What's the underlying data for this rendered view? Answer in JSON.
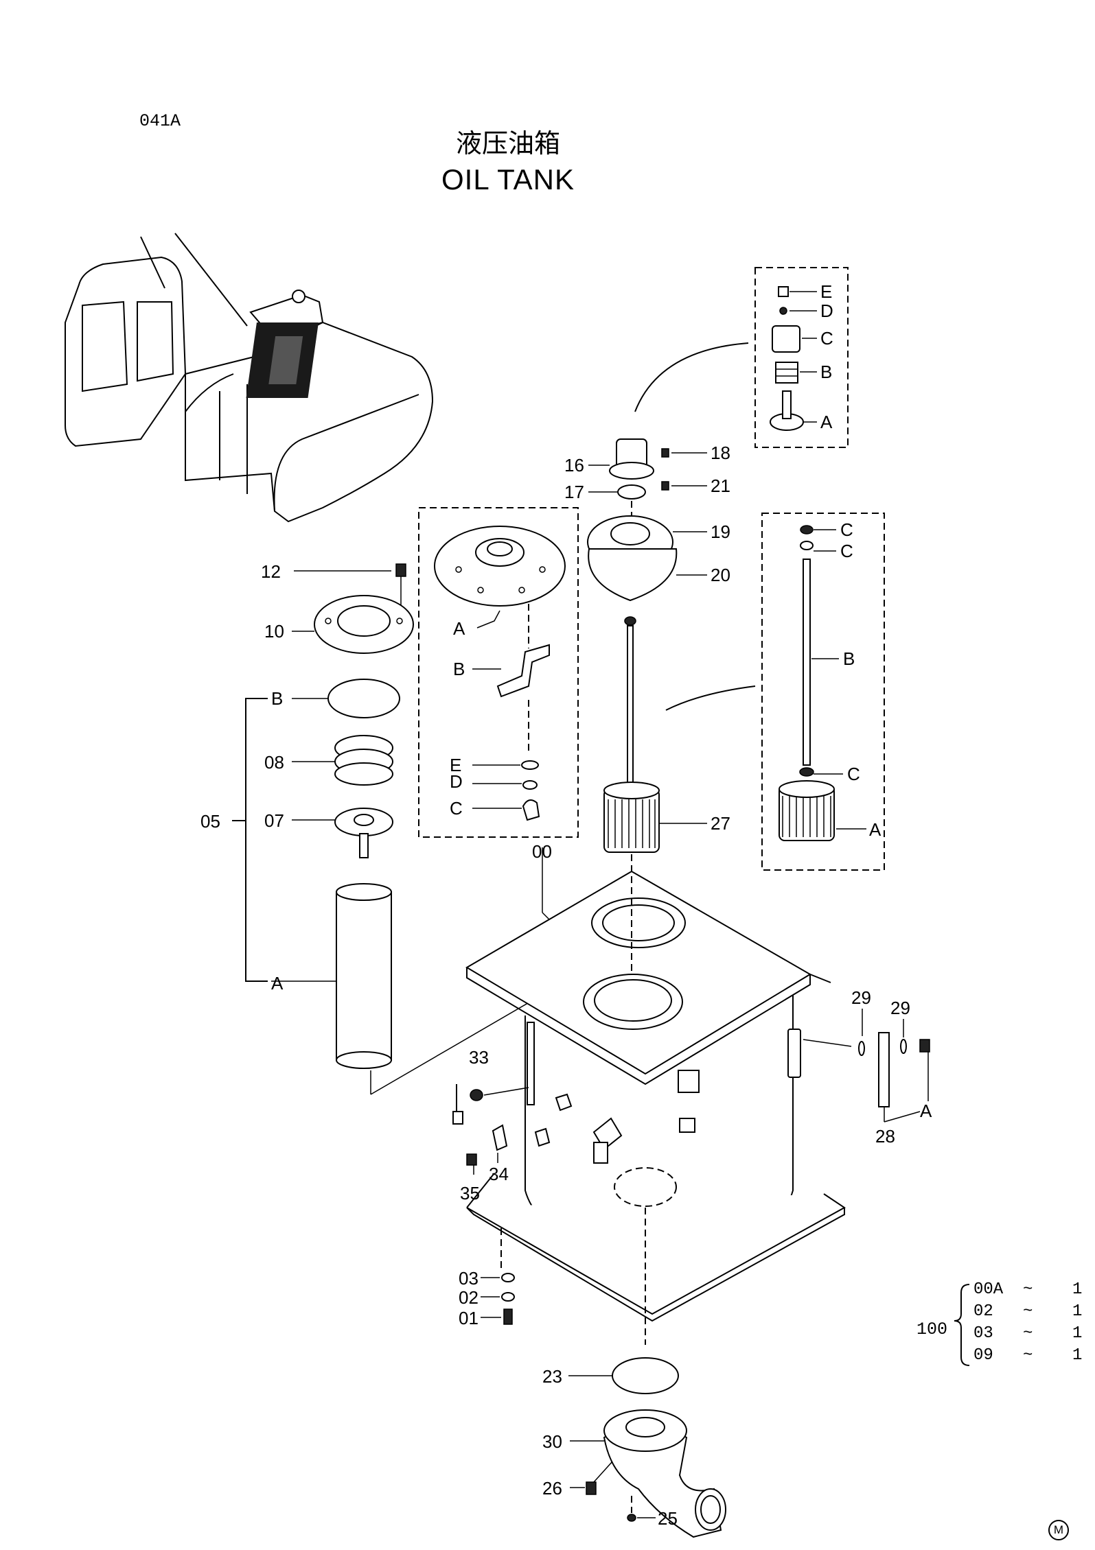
{
  "page_code": "041A",
  "title_cn": "液压油箱",
  "title_en": "OIL TANK",
  "callouts": {
    "c00": "00",
    "c01": "01",
    "c02": "02",
    "c03": "03",
    "c05": "05",
    "c07": "07",
    "c08": "08",
    "c10": "10",
    "c12": "12",
    "c16": "16",
    "c17": "17",
    "c18": "18",
    "c19": "19",
    "c20": "20",
    "c21": "21",
    "c23": "23",
    "c25": "25",
    "c26": "26",
    "c27": "27",
    "c28": "28",
    "c29a": "29",
    "c29b": "29",
    "c30": "30",
    "c33": "33",
    "c34": "34",
    "c35": "35"
  },
  "sub_letters": {
    "a": "A",
    "b": "B",
    "c": "C",
    "d": "D",
    "e": "E"
  },
  "kit": {
    "id": "100",
    "rows": [
      {
        "code": "00A",
        "sep": "~",
        "qty": "1"
      },
      {
        "code": "02",
        "sep": "~",
        "qty": "1"
      },
      {
        "code": "03",
        "sep": "~",
        "qty": "1"
      },
      {
        "code": "09",
        "sep": "~",
        "qty": "1"
      }
    ]
  },
  "manufacturer_mark": "M"
}
